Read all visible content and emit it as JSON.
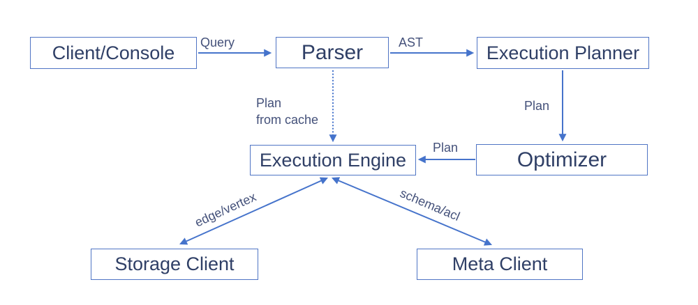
{
  "colors": {
    "arrow": "#4573cb",
    "box_border": "#4f74c4",
    "box_text": "#2f3f66",
    "label_text": "#44517a",
    "background": "#ffffff"
  },
  "nodes": {
    "client_console": {
      "label": "Client/Console"
    },
    "parser": {
      "label": "Parser"
    },
    "execution_planner": {
      "label": "Execution Planner"
    },
    "execution_engine": {
      "label": "Execution Engine"
    },
    "optimizer": {
      "label": "Optimizer"
    },
    "storage_client": {
      "label": "Storage Client"
    },
    "meta_client": {
      "label": "Meta Client"
    }
  },
  "edge_labels": {
    "query": {
      "label": "Query"
    },
    "ast": {
      "label": "AST"
    },
    "plan_from_cache": {
      "label": "Plan\nfrom cache"
    },
    "plan_to_optimizer": {
      "label": "Plan"
    },
    "plan_to_engine": {
      "label": "Plan"
    },
    "edge_vertex": {
      "label": "edge/vertex"
    },
    "schema_acl": {
      "label": "schema/acl"
    }
  }
}
